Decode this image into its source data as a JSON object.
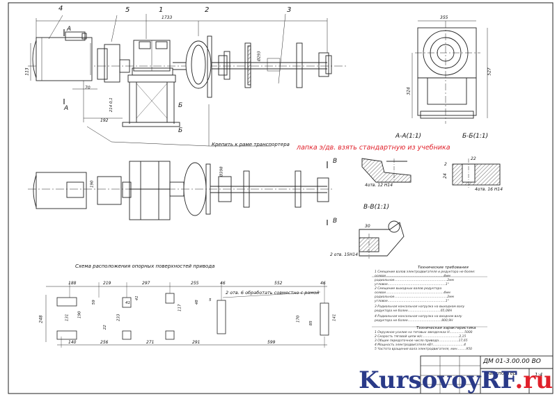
{
  "drawing": {
    "parts": [
      "4",
      "5",
      "1",
      "2",
      "3"
    ],
    "dims_top": {
      "overall": "1733",
      "d293": "Ø293",
      "d355": "355",
      "d527": "527",
      "d324": "324",
      "h113": "113",
      "d70": "70",
      "d192": "192",
      "d214": "214  0,1"
    },
    "section_marks": {
      "a": "A",
      "b": "Б",
      "v": "В"
    },
    "mount_note": "Крепить к раме транспортера",
    "red_note": "лапка э/дв. взять стандартную из учебника",
    "sections": {
      "aa": "А-А(1:1)",
      "bb": "Б-Б(1:1)",
      "vv": "В-В(1:1)",
      "aa_hole": "4отв. 12 H14",
      "bb_hole": "4отв. 16 H14",
      "vv_hole": "2 отв. 15H14",
      "bb_22": "22",
      "bb_24": "24",
      "bb_2": "2",
      "vv_30": "30",
      "d190": "190",
      "d398": "Ø398"
    },
    "layout": {
      "title": "Схема расположения опорных поверхностей привода",
      "top_dims": [
        "188",
        "219",
        "297",
        "255",
        "46",
        "552",
        "46"
      ],
      "bottom_dims": [
        "140",
        "256",
        "271",
        "291",
        "599"
      ],
      "inner_dims": [
        "59",
        "41",
        "41",
        "190",
        "131",
        "233",
        "22",
        "117",
        "48",
        "5",
        "170",
        "85",
        "141"
      ],
      "height": "248",
      "hole_note": "2 отв. 6 обработать совместно с рамой"
    },
    "tech_req": {
      "heading": "Технические требования",
      "lines": [
        "1 Смещение валов электродвигателя и редуктора не более:",
        "осевое..........................................................4мм",
        "радиальное.....................................................2мм",
        "угловое..........................................................1°",
        "2 Смещение выходных валов редуктора",
        "осевое..........................................................4мм",
        "радиальное.....................................................2мм",
        "угловое..........................................................1°",
        "3 Радиальная консольная нагрузка на выходном валу",
        "редуктора не более.................................65,08Н",
        "4 Радиальная консольная нагрузка на входном валу",
        "редуктора не более..................................800,9Н"
      ]
    },
    "tech_char": {
      "heading": "Техническая характеристика",
      "lines": [
        "1 Окружное усилие на тяговых звездочках Н...............5000",
        "2 Скорость тяговой цепи м/с.....................................2,15",
        "3 Общее передаточное число привода....................17,65",
        "4 Мощность электродвигателя кВт...............................4",
        "5 Частота вращения вала электродвигателя, мин.........950"
      ]
    },
    "title_block": {
      "code": "ДМ 01-3.00.00 ВО",
      "name": "транспортер",
      "scale": "1:4"
    },
    "watermark": {
      "brand": "KursovoyRF",
      "tld": ".ru",
      "color_main": "#2a3a88",
      "color_accent": "#e0202a"
    }
  }
}
